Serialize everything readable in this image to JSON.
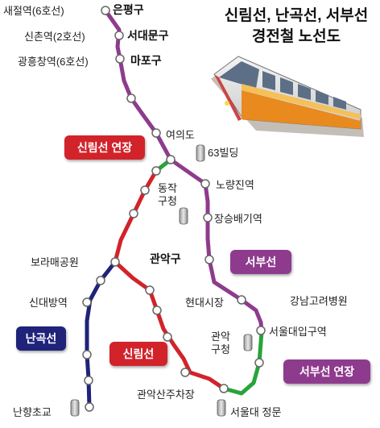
{
  "title": {
    "line1": "신림선, 난곡선, 서부선",
    "line2": "경전철 노선도"
  },
  "lines": {
    "seobu": {
      "name": "서부선",
      "color": "#8e3b8e"
    },
    "seobu_ext": {
      "name": "서부선 연장",
      "color": "#27a43b"
    },
    "sillim": {
      "name": "신림선",
      "color": "#d2232a"
    },
    "sillim_ext": {
      "name": "신림선 연장",
      "color": "#d2232a"
    },
    "nangok": {
      "name": "난곡선",
      "color": "#1f237a"
    }
  },
  "stations": {
    "saejeol": "새절역(6호선)",
    "sinchon": "신촌역(2호선)",
    "gwangheungchang": "광흥창역(6호선)",
    "yeouido": "여의도",
    "noryangjin": "노량진역",
    "dongjak": "동작\n구청",
    "jangseungbaegi": "장승배기역",
    "boramae": "보라매공원",
    "sindaebang": "신대방역",
    "hyundae": "현대시장",
    "gwanak_office": "관악\n구청",
    "snu_entrance_stn": "서울대입구역",
    "gwanaksan": "관악산주차장",
    "snu_gate": "서울대 정문",
    "nanhyang": "난향초교"
  },
  "districts": {
    "eunpyeong": "은평구",
    "seodaemun": "서대문구",
    "mapo": "마포구",
    "gwanak": "관악구"
  },
  "landmarks": {
    "building63": "63빌딩",
    "gangnam_korea": "강남고려병원"
  },
  "icons": {
    "train": "train-illustration",
    "building": "building-icon"
  }
}
